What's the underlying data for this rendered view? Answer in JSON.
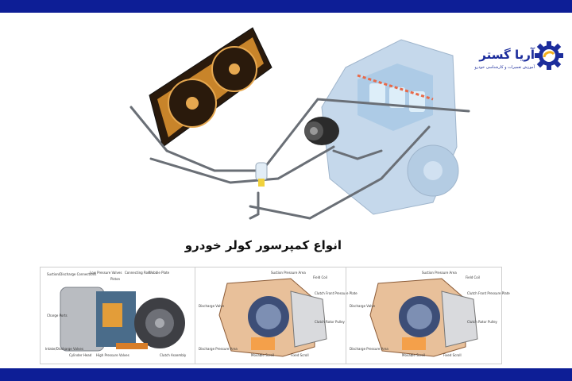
{
  "brand": {
    "name": "آریا گستر",
    "tagline": "آموزش تعمیرات و کارشناسی خودرو",
    "colors": {
      "primary": "#0d1e96",
      "accent": "#f2b01e"
    }
  },
  "caption": "انواع کمپرسور کولر خودرو",
  "icons": {
    "logo": "gear-logo-icon"
  },
  "panels": [
    {
      "labels": {
        "suction_discharge": "Suction/Discharge Connections",
        "low_pressure": "Low Pressure Valves",
        "piston": "Piston",
        "connecting_rod": "Connecting Rod",
        "wobble_plate": "Wobble Plate",
        "charge_ports": "Charge Ports",
        "intake_discharge": "Intake/Discharge Valves",
        "cylinder_head": "Cylinder Head",
        "high_pressure": "High Pressure Valves",
        "clutch": "Clutch Assembly"
      }
    },
    {
      "labels": {
        "suction_pressure": "Suction Pressure Area",
        "field_coil": "Field Coil",
        "discharge_valve": "Discharge Valve",
        "clutch_front": "Clutch Front Pressure Plate",
        "clutch_rotor": "Clutch Rotor Pulley",
        "discharge_pressure": "Discharge Pressure Area",
        "movable_scroll": "Movable Scroll",
        "fixed_scroll": "Fixed Scroll"
      }
    },
    {
      "labels": {
        "suction_pressure": "Suction Pressure Area",
        "field_coil": "Field Coil",
        "discharge_valve": "Discharge Valve",
        "clutch_front": "Clutch Front Pressure Plate",
        "clutch_rotor": "Clutch Rotor Pulley",
        "discharge_pressure": "Discharge Pressure Area",
        "movable_scroll": "Movable Scroll",
        "fixed_scroll": "Fixed Scroll"
      }
    }
  ]
}
